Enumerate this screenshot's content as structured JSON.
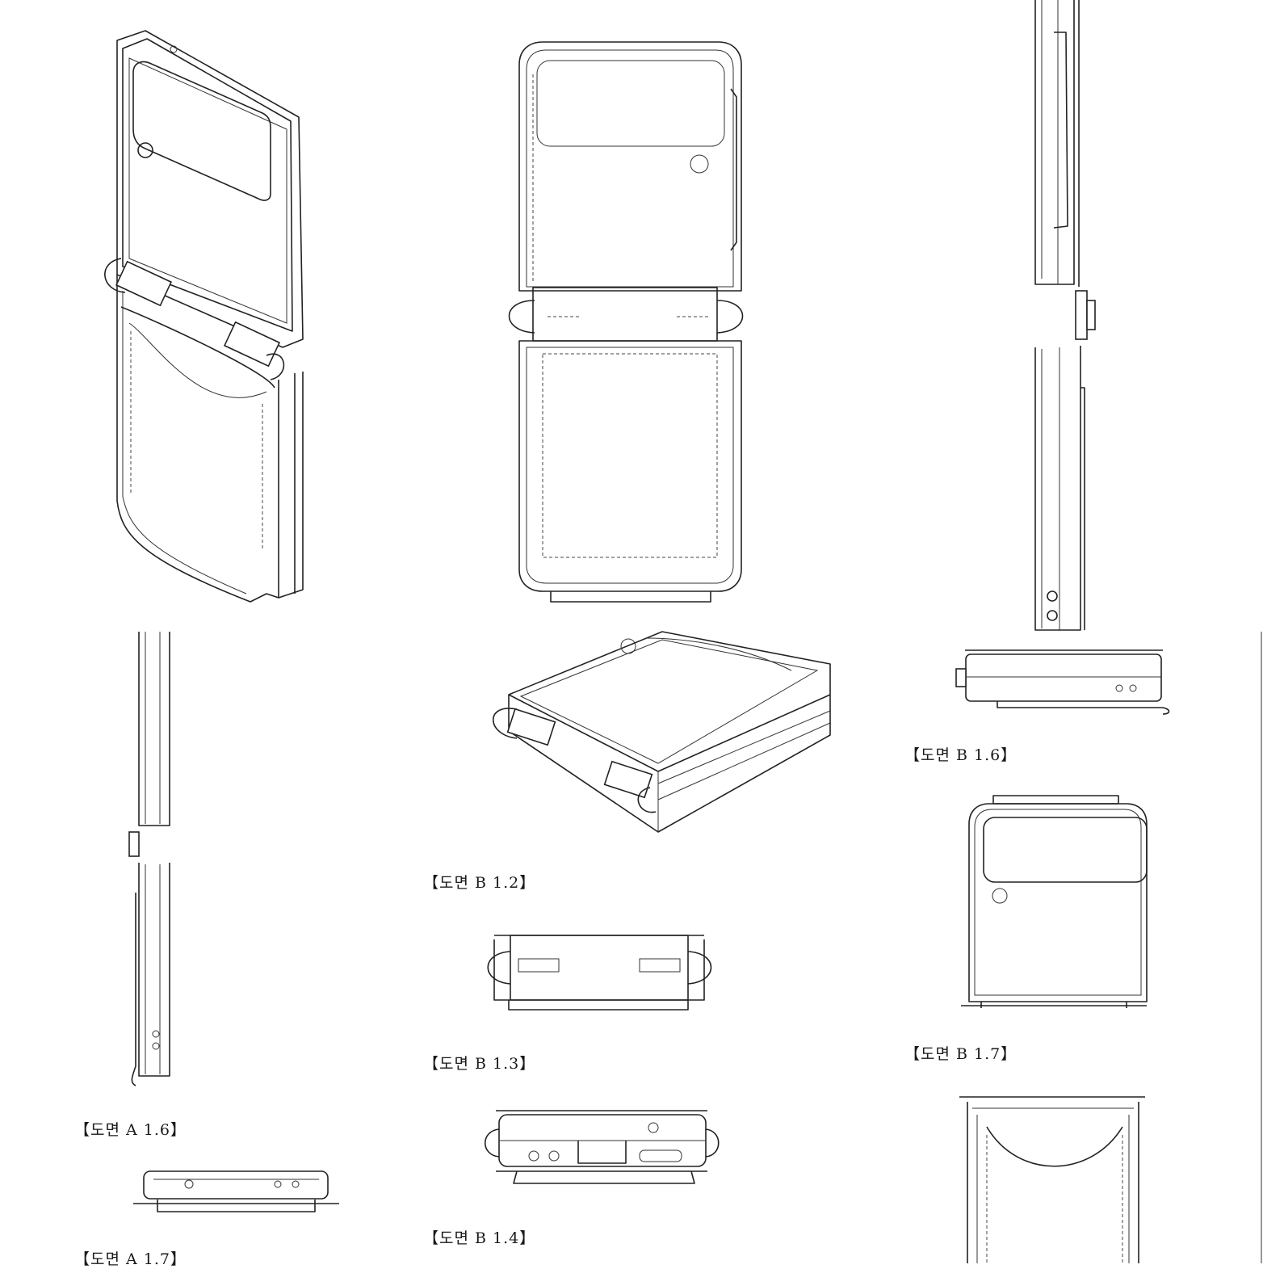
{
  "figures": [
    {
      "id": "A16",
      "caption": "【도면 A 1.6】"
    },
    {
      "id": "A17",
      "caption": "【도면 A 1.7】"
    },
    {
      "id": "B12",
      "caption": "【도면 B 1.2】"
    },
    {
      "id": "B13",
      "caption": "【도면 B 1.3】"
    },
    {
      "id": "B14",
      "caption": "【도면 B 1.4】"
    },
    {
      "id": "B16",
      "caption": "【도면 B 1.6】"
    },
    {
      "id": "B17",
      "caption": "【도면 B 1.7】"
    }
  ]
}
